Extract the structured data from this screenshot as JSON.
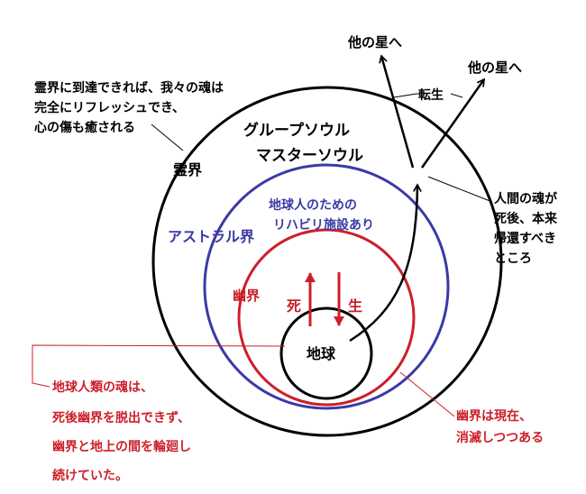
{
  "colors": {
    "black": "#000000",
    "blue": "#3a3aa6",
    "red": "#cc1f2a",
    "caption_red": "#cc1f2a"
  },
  "labels": {
    "reikai": "霊界",
    "group_soul_1": "グループソウル",
    "group_soul_2": "マスターソウル",
    "astral": "アストラル界",
    "rehab_1": "地球人のための",
    "rehab_2": "リハビリ施設あり",
    "yukai": "幽界",
    "death": "死",
    "birth": "生",
    "earth": "地球",
    "other_star_1": "他の星へ",
    "other_star_2": "他の星へ",
    "tensei": "転生"
  },
  "notes": {
    "top_left": [
      "霊界に到達できれば、我々の魂は",
      "完全にリフレッシュでき、",
      "心の傷も癒される"
    ],
    "right": [
      "人間の魂が",
      "死後、本来",
      "帰還すべき",
      "ところ"
    ],
    "bottom_left": [
      "地球人類の魂は、",
      "死後幽界を脱出できず、",
      "幽界と地上の間を輪廻し",
      "続けていた。"
    ],
    "bottom_right": [
      "幽界は現在、",
      "消滅しつつある"
    ]
  }
}
